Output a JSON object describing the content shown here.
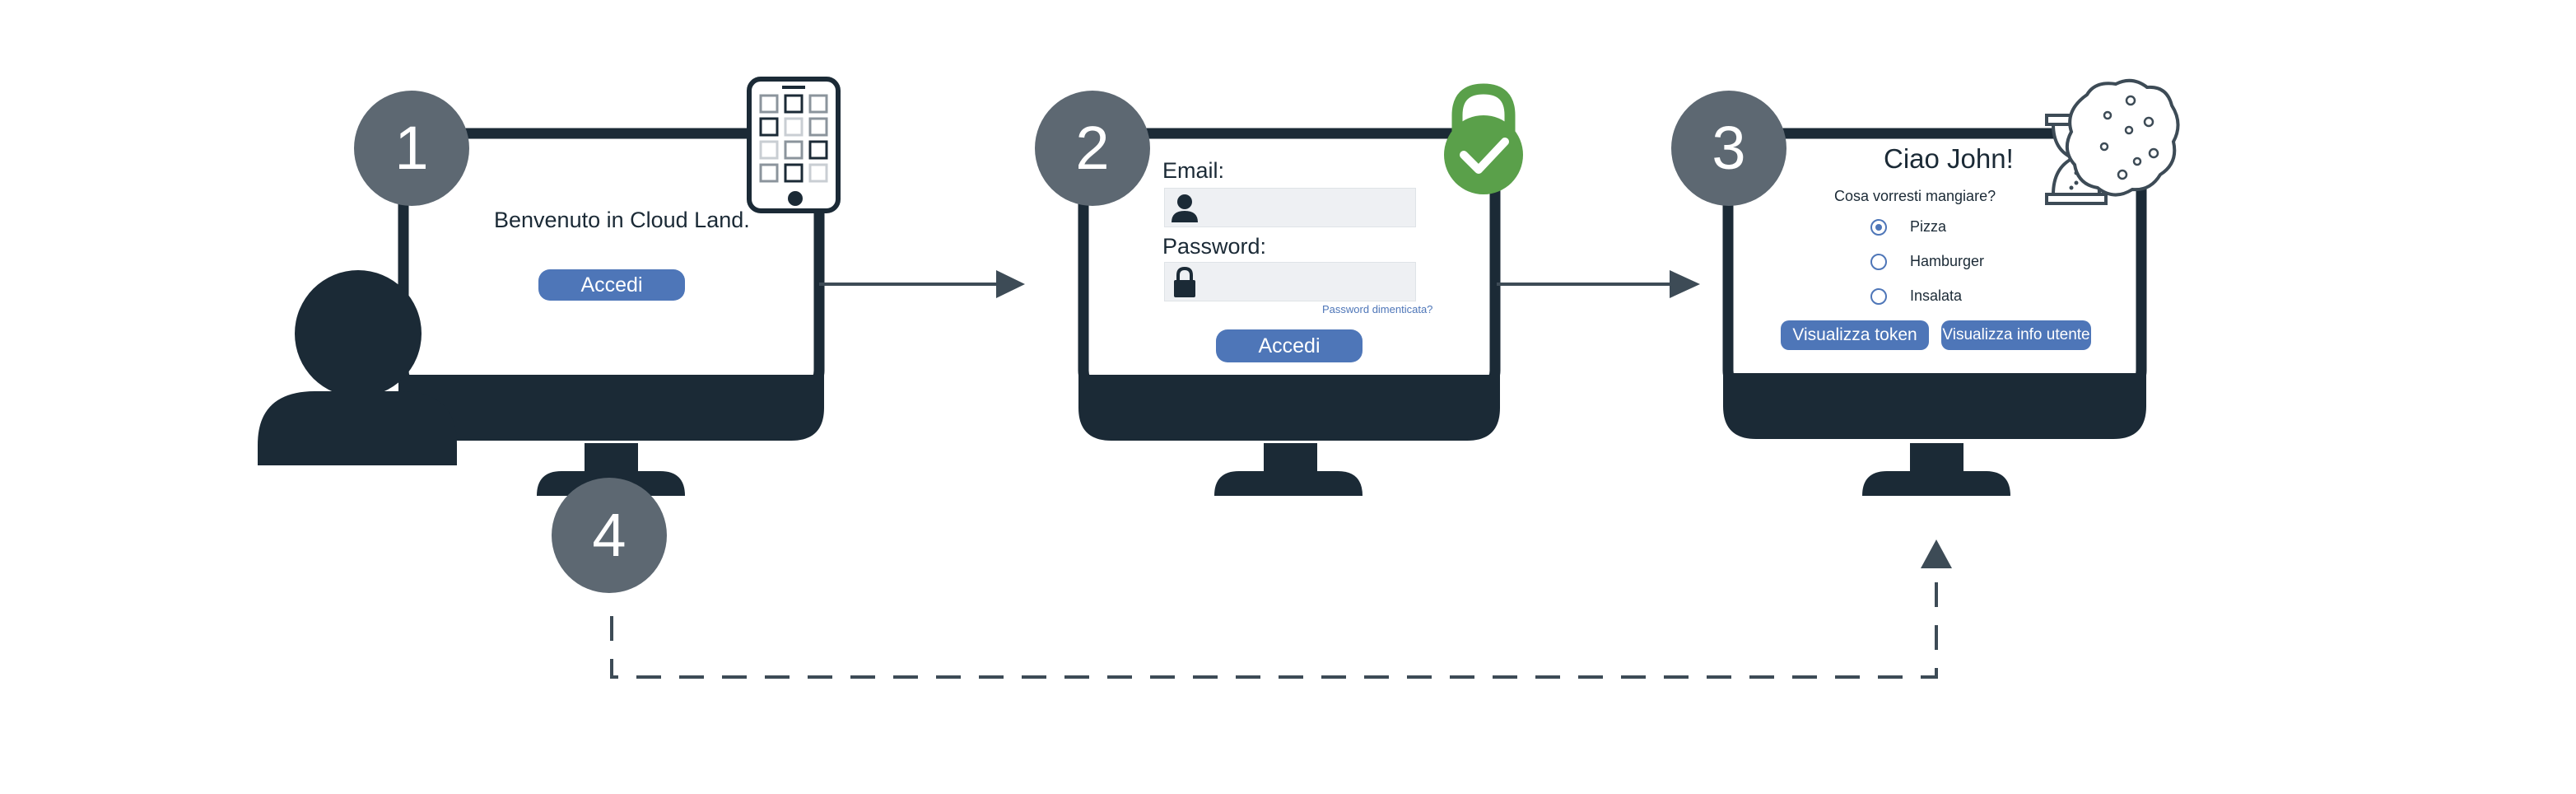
{
  "colors": {
    "dark": "#1b2a36",
    "badge": "#5d6872",
    "button": "#4e76b8",
    "lock_green": "#5aa04a",
    "arrow": "#3d4b56",
    "field": "#eef0f3"
  },
  "steps": [
    {
      "number": "1"
    },
    {
      "number": "2"
    },
    {
      "number": "3"
    },
    {
      "number": "4"
    }
  ],
  "screen1": {
    "welcome": "Benvenuto in Cloud Land.",
    "button": "Accedi"
  },
  "screen2": {
    "email_label": "Email:",
    "password_label": "Password:",
    "forgot": "Password dimenticata?",
    "button": "Accedi"
  },
  "screen3": {
    "greeting": "Ciao John!",
    "question": "Cosa vorresti mangiare?",
    "options": [
      {
        "label": "Pizza",
        "selected": true
      },
      {
        "label": "Hamburger",
        "selected": false
      },
      {
        "label": "Insalata",
        "selected": false
      }
    ],
    "button_token": "Visualizza token",
    "button_info": "Visualizza info utente"
  },
  "icons": [
    "user-icon",
    "mobile-authenticator-icon",
    "lock-check-icon",
    "hourglass-icon",
    "cookie-icon",
    "arrow-right-icon",
    "arrow-up-icon"
  ]
}
